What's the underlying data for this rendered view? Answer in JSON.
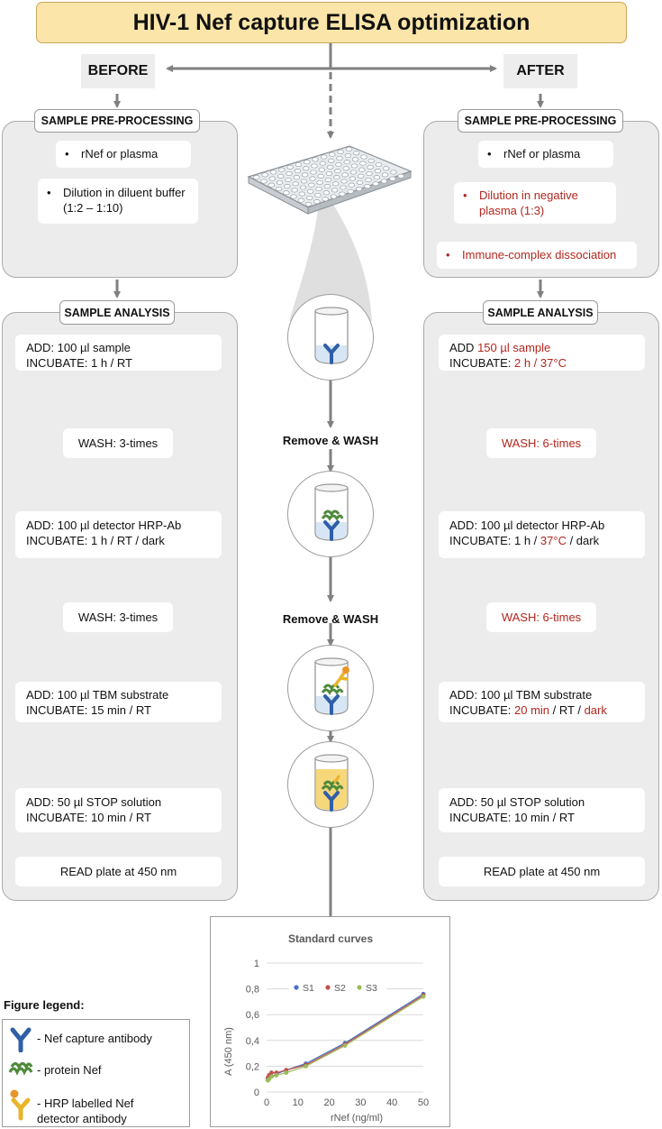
{
  "title": "HIV-1 Nef capture ELISA optimization",
  "before_label": "BEFORE",
  "after_label": "AFTER",
  "before": {
    "pre_header": "SAMPLE PRE-PROCESSING",
    "pre_step1": "rNef or plasma",
    "pre_step2": "Dilution in diluent buffer (1:2 – 1:10)",
    "analysis_header": "SAMPLE ANALYSIS",
    "s1_add": "ADD: 100 µl sample",
    "s1_inc": "INCUBATE: 1 h / RT",
    "wash1": "WASH: 3-times",
    "s2_add": "ADD: 100 µl detector HRP-Ab",
    "s2_inc": "INCUBATE: 1 h / RT / dark",
    "wash2": "WASH: 3-times",
    "s3_add": "ADD: 100 µl TBM substrate",
    "s3_inc": "INCUBATE: 15 min / RT",
    "s4_add": "ADD: 50 µl  STOP solution",
    "s4_inc": "INCUBATE: 10 min / RT",
    "read": "READ plate at 450 nm"
  },
  "after": {
    "pre_header": "SAMPLE PRE-PROCESSING",
    "pre_step1": "rNef or plasma",
    "pre_step2": "Dilution in negative plasma (1:3)",
    "pre_step3": "Immune-complex dissociation",
    "analysis_header": "SAMPLE ANALYSIS",
    "s1_add_a": "ADD ",
    "s1_add_b": "150 µl sample",
    "s1_inc_a": "INCUBATE: ",
    "s1_inc_b": "2 h / 37°C",
    "wash1": "WASH: 6-times",
    "s2_add": "ADD: 100 µl detector HRP-Ab",
    "s2_inc_a": "INCUBATE: 1 h / ",
    "s2_inc_b": "37°C",
    "s2_inc_c": " / dark",
    "wash2": "WASH: 6-times",
    "s3_add": "ADD: 100 µl TBM substrate",
    "s3_inc_a": "INCUBATE: ",
    "s3_inc_b": "20 min",
    "s3_inc_c": " / RT / ",
    "s3_inc_d": "dark",
    "s4_add": "ADD: 50 µl STOP solution",
    "s4_inc": "INCUBATE: 10 min / RT",
    "read": "READ plate at 450 nm"
  },
  "middle": {
    "remove_wash_1": "Remove & WASH",
    "remove_wash_2": "Remove & WASH"
  },
  "legend": {
    "title": "Figure legend:",
    "item1": "- Nef capture antibody",
    "item2": "- protein Nef",
    "item3_line1": "- HRP labelled Nef",
    "item3_line2": "detector antibody"
  },
  "colors": {
    "red_text": "#b3261e",
    "title_fill": "#fbe5a9",
    "antibody_blue": "#2f5fa8",
    "nef_green": "#4f8a3c",
    "hrp_orange": "#e8952a",
    "substrate_yellow": "#f6d77a"
  },
  "chart_data": {
    "type": "line",
    "title": "Standard curves",
    "xlabel": "rNef (ng/ml)",
    "ylabel": "A (450 nm)",
    "xlim": [
      0,
      50
    ],
    "ylim": [
      0,
      1
    ],
    "xticks": [
      "0",
      "10",
      "20",
      "30",
      "40",
      "50"
    ],
    "yticks": [
      "0",
      "0,2",
      "0,4",
      "0,6",
      "0,8",
      "1"
    ],
    "legend_position": "top-center",
    "grid": true,
    "series": [
      {
        "name": "S1",
        "color": "#4472c4",
        "x": [
          0.39,
          0.78,
          1.56,
          3.13,
          6.25,
          12.5,
          25,
          50
        ],
        "y": [
          0.1,
          0.11,
          0.12,
          0.14,
          0.17,
          0.22,
          0.38,
          0.76
        ]
      },
      {
        "name": "S2",
        "color": "#c0504d",
        "x": [
          0.39,
          0.78,
          1.56,
          3.13,
          6.25,
          12.5,
          25,
          50
        ],
        "y": [
          0.11,
          0.13,
          0.15,
          0.15,
          0.17,
          0.21,
          0.37,
          0.75
        ]
      },
      {
        "name": "S3",
        "color": "#9bbb59",
        "x": [
          0.39,
          0.78,
          1.56,
          3.13,
          6.25,
          12.5,
          25,
          50
        ],
        "y": [
          0.09,
          0.1,
          0.12,
          0.13,
          0.15,
          0.2,
          0.36,
          0.74
        ]
      }
    ]
  }
}
